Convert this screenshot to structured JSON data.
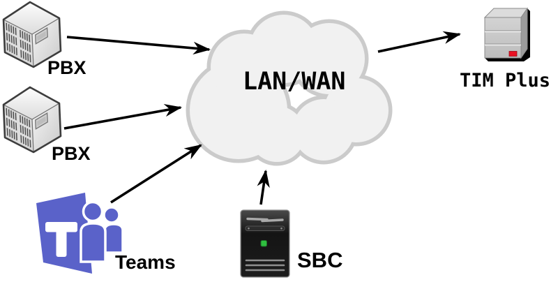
{
  "diagram_type": "network-topology",
  "nodes": {
    "pbx1": {
      "label": "PBX",
      "type": "pbx-cube-icon"
    },
    "pbx2": {
      "label": "PBX",
      "type": "pbx-cube-icon"
    },
    "teams": {
      "label": "Teams",
      "type": "microsoft-teams-logo"
    },
    "cloud": {
      "label": "LAN/WAN",
      "type": "network-cloud"
    },
    "sbc": {
      "label": "SBC",
      "type": "black-tower-server"
    },
    "tim": {
      "label": "TIM Plus",
      "type": "gray-tower-server"
    }
  },
  "edges": [
    {
      "from": "pbx1",
      "to": "cloud"
    },
    {
      "from": "pbx2",
      "to": "cloud"
    },
    {
      "from": "teams",
      "to": "cloud"
    },
    {
      "from": "sbc",
      "to": "cloud"
    },
    {
      "from": "cloud",
      "to": "tim"
    }
  ],
  "colors": {
    "background": "#ffffff",
    "arrow": "#000000",
    "label_text": "#000000",
    "cloud_fill": "#f1f1f1",
    "cloud_stroke": "#cbcbcb",
    "teams_purple": "#5a62c9",
    "led_red": "#e81123",
    "led_green": "#2fbf3f"
  }
}
